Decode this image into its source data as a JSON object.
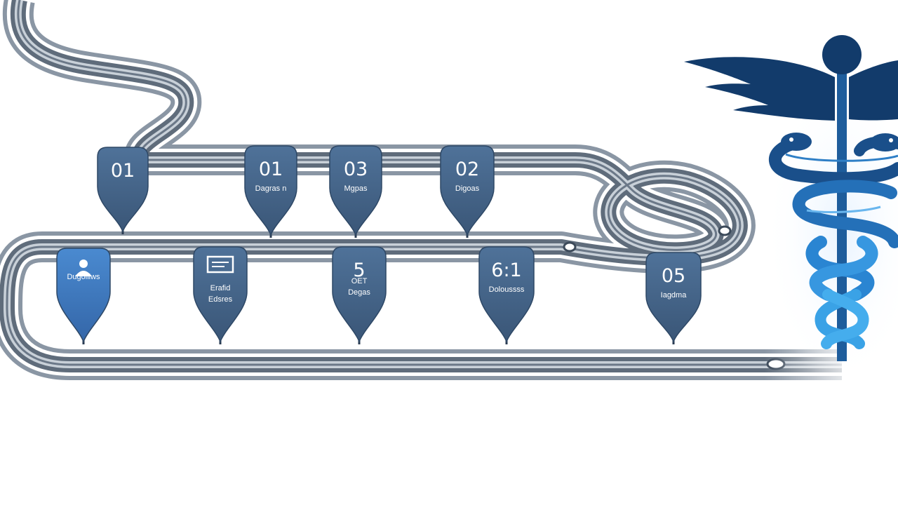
{
  "colors": {
    "road_outer": "#8995a3",
    "road_inner": "#5e6b7a",
    "road_edge": "#b9c2cc",
    "pin_dark": "#3d5a80",
    "pin_mid": "#4a6d96",
    "pin_bright": "#3e7cc4",
    "caduceus_dark": "#123b6b",
    "caduceus_light": "#2f8fdb"
  },
  "pins_top": [
    {
      "number": "01",
      "label": ""
    },
    {
      "number": "01",
      "label": "Dagras n"
    },
    {
      "number": "03",
      "label": "Mgpas"
    },
    {
      "number": "02",
      "label": "Digoas"
    }
  ],
  "pins_bottom": [
    {
      "number": "",
      "label": "Dugolliws",
      "icon": "person-icon"
    },
    {
      "number": "",
      "label": "Erafid",
      "label2": "Edsres",
      "icon": "card-icon"
    },
    {
      "number": "5",
      "label": "ОЕТ",
      "label2": "Degas"
    },
    {
      "number": "6:1",
      "label": "Doloussss"
    },
    {
      "number": "05",
      "label": "Iagdma"
    }
  ]
}
